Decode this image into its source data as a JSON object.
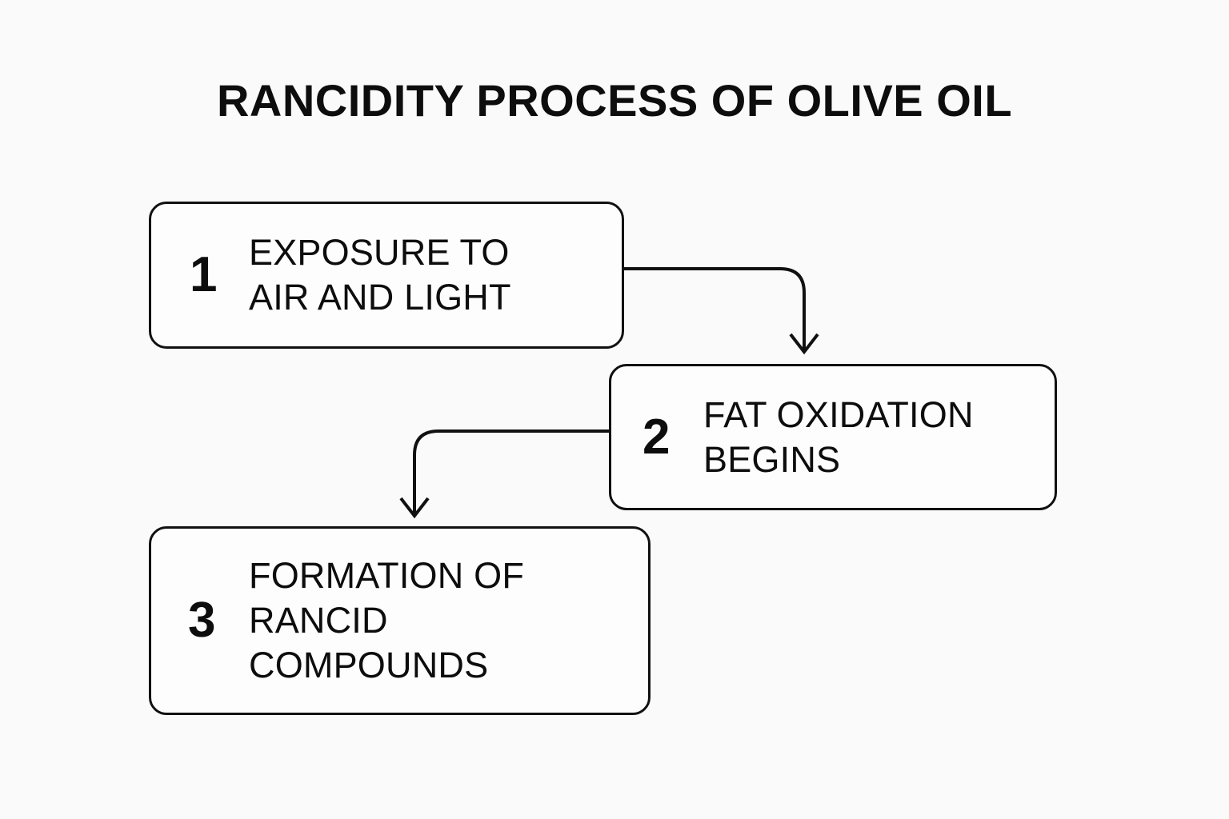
{
  "diagram": {
    "title": "RANCIDITY PROCESS OF OLIVE OIL",
    "type": "flowchart",
    "orientation": "staircase-descending",
    "background_color": "#fafafa",
    "stroke_color": "#111111",
    "text_color": "#0d0d0d",
    "steps": [
      {
        "number": "1",
        "label": "EXPOSURE TO\nAIR AND LIGHT"
      },
      {
        "number": "2",
        "label": "FAT OXIDATION\nBEGINS"
      },
      {
        "number": "3",
        "label": "FORMATION OF\nRANCID\nCOMPOUNDS"
      }
    ],
    "connectors": [
      {
        "name": "connector-step1-to-step2",
        "from": "1",
        "to": "2",
        "from_side": "right",
        "to_side": "top",
        "arrowhead": "open-chevron"
      },
      {
        "name": "connector-step2-to-step3",
        "from": "2",
        "to": "3",
        "from_side": "left",
        "to_side": "top",
        "arrowhead": "open-chevron"
      }
    ]
  }
}
